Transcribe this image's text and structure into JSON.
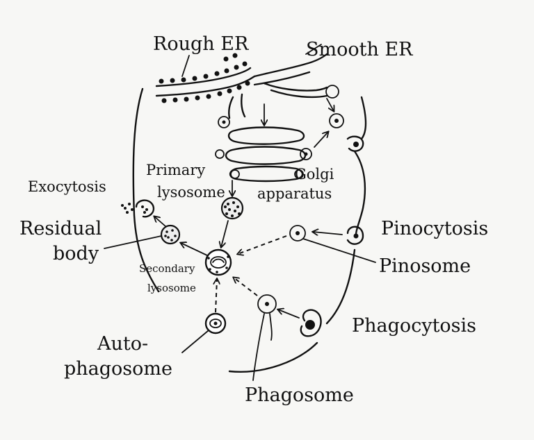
{
  "labels": {
    "rough_er": "Rough ER",
    "smooth_er": "Smooth ER",
    "primary_lysosome_1": "Primary",
    "primary_lysosome_2": "lysosome",
    "golgi_1": "Golgi",
    "golgi_2": "apparatus",
    "exocytosis": "Exocytosis",
    "residual_1": "Residual",
    "residual_2": "body",
    "pinocytosis": "Pinocytosis",
    "pinosome": "Pinosome",
    "secondary_1": "Secondary",
    "secondary_2": "lysosome",
    "phagocytosis": "Phagocytosis",
    "auto_1": "Auto-",
    "auto_2": "phagosome",
    "phagosome": "Phagosome"
  }
}
